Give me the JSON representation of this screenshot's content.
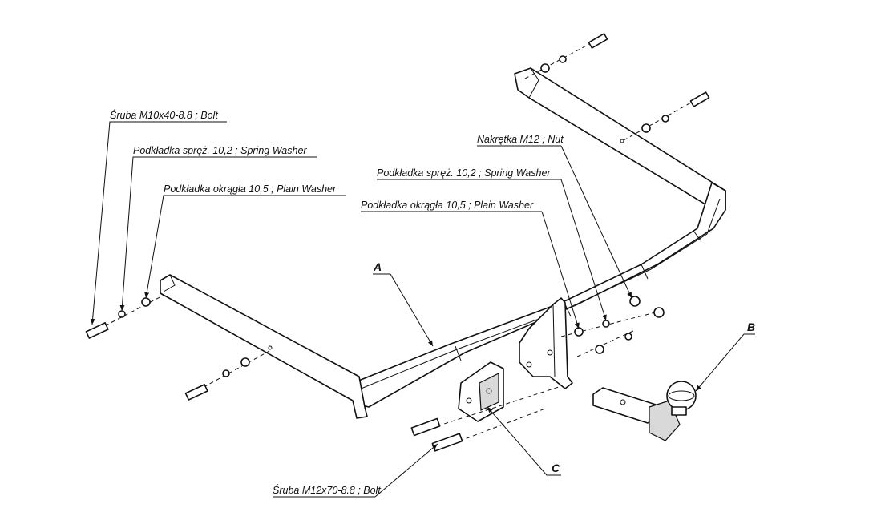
{
  "labels": {
    "bolt_m10": "Śruba M10x40-8.8 ;  Bolt",
    "spring_washer_left": "Podkładka spręż. 10,2 ; Spring Washer",
    "plain_washer_left": "Podkładka okrągła 10,5 ; Plain Washer",
    "nut_m12": "Nakrętka  M12 ; Nut",
    "spring_washer_right": "Podkładka spręż. 10,2 ; Spring Washer",
    "plain_washer_right": "Podkładka okrągła 10,5 ; Plain Washer",
    "bolt_m12": "Śruba M12x70-8.8 ;  Bolt"
  },
  "parts": {
    "a": "A",
    "b": "B",
    "c": "C"
  }
}
